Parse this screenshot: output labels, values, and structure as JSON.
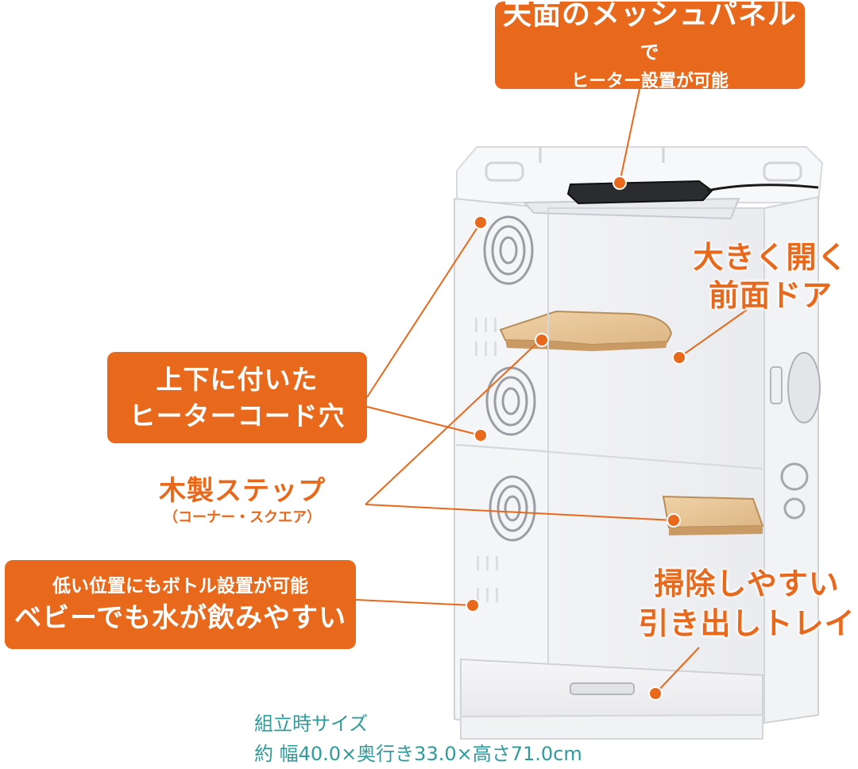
{
  "callouts": {
    "top_panel": {
      "line1_main": "天面のメッシュパネル",
      "line1_suffix": "で",
      "line2": "ヒーター設置が可能"
    },
    "front_door": {
      "line1": "大きく開く",
      "line2": "前面ドア"
    },
    "cord_holes": {
      "line1": "上下に付いた",
      "line2": "ヒーターコード穴"
    },
    "wood_step": {
      "line1": "木製ステップ",
      "line2": "（コーナー・スクエア）"
    },
    "bottle": {
      "line1": "低い位置にもボトル設置が可能",
      "line2": "ベビーでも水が飲みやすい"
    },
    "tray": {
      "line1": "掃除しやすい",
      "line2": "引き出しトレイ"
    }
  },
  "size_note": {
    "line1": "組立時サイズ",
    "line2": "約 幅40.0×奥行き33.0×高さ71.0cm"
  },
  "colors": {
    "accent": "#e8681c",
    "teal": "#2f9b9b"
  }
}
